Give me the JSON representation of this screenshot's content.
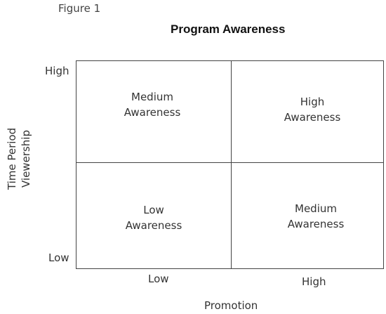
{
  "figure_label": "Figure 1",
  "title": "Program Awareness",
  "y_axis": {
    "label_line1": "Time Period",
    "label_line2": "Viewership",
    "tick_high": "High",
    "tick_low": "Low"
  },
  "x_axis": {
    "label": "Promotion",
    "tick_low": "Low",
    "tick_high": "High"
  },
  "quadrants": {
    "top_left": {
      "line1": "Medium",
      "line2": "Awareness"
    },
    "top_right": {
      "line1": "High",
      "line2": "Awareness"
    },
    "bottom_left": {
      "line1": "Low",
      "line2": "Awareness"
    },
    "bottom_right": {
      "line1": "Medium",
      "line2": "Awareness"
    }
  },
  "colors": {
    "grid_line": "#444444",
    "text": "#333333",
    "title": "#111111"
  }
}
